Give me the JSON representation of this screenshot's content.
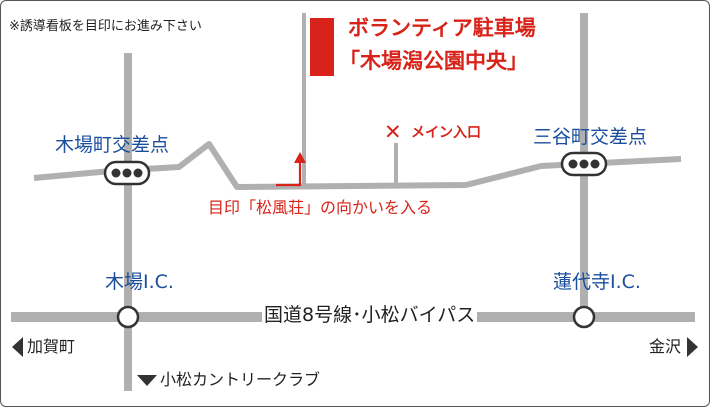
{
  "notice": "※誘導看板を目印にお進み下さい",
  "parking": {
    "line1": "ボランティア駐車場",
    "line2": "「木場潟公園中央」"
  },
  "main_entrance": {
    "mark": "✕",
    "label": "メイン入口"
  },
  "landmark_hint": "目印「松風荘」の向かいを入る",
  "intersections": {
    "kiba_cho": "木場町交差点",
    "sanya_cho": "三谷町交差点"
  },
  "interchanges": {
    "kiba": "木場I.C.",
    "rendaiji": "蓮代寺I.C."
  },
  "highway": "国道8号線･小松バイパス",
  "directions": {
    "west": "加賀町",
    "east": "金沢",
    "south": "小松カントリークラブ"
  },
  "colors": {
    "road": "#b0b0b0",
    "accent": "#d7231a",
    "place_label": "#1b4f9c",
    "text": "#222222"
  }
}
